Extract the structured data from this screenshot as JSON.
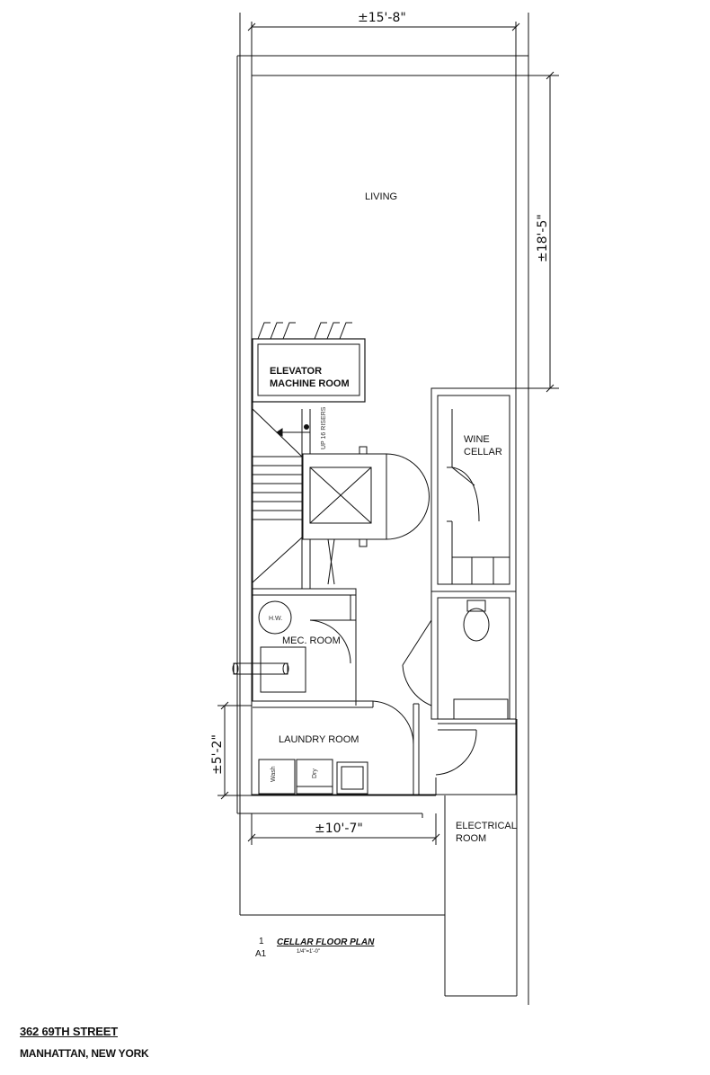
{
  "drawing": {
    "rooms": {
      "living": "LIVING",
      "elevator_machine_room_line1": "ELEVATOR",
      "elevator_machine_room_line2": "MACHINE ROOM",
      "wine_cellar_line1": "WINE",
      "wine_cellar_line2": "CELLAR",
      "mec_room": "MEC. ROOM",
      "laundry_room": "LAUNDRY ROOM",
      "electrical_room_line1": "ELECTRICAL",
      "electrical_room_line2": "ROOM"
    },
    "dimensions": {
      "overall_width": "±15'-8\"",
      "living_depth": "±18'-5\"",
      "laundry_depth": "±5'-2\"",
      "laundry_width": "±10'-7\""
    },
    "fixtures": {
      "water_heater": "H.W.",
      "washer": "Wash",
      "dryer": "Dry",
      "stair_note": "UP 16 RISERS"
    }
  },
  "caption": {
    "detail_number": "1",
    "sheet": "A1",
    "title": "CELLAR FLOOR PLAN",
    "scale": "1/4\"=1'-0\""
  },
  "title_block": {
    "address_line1": "362 69TH STREET",
    "address_line2": "MANHATTAN, NEW YORK"
  }
}
